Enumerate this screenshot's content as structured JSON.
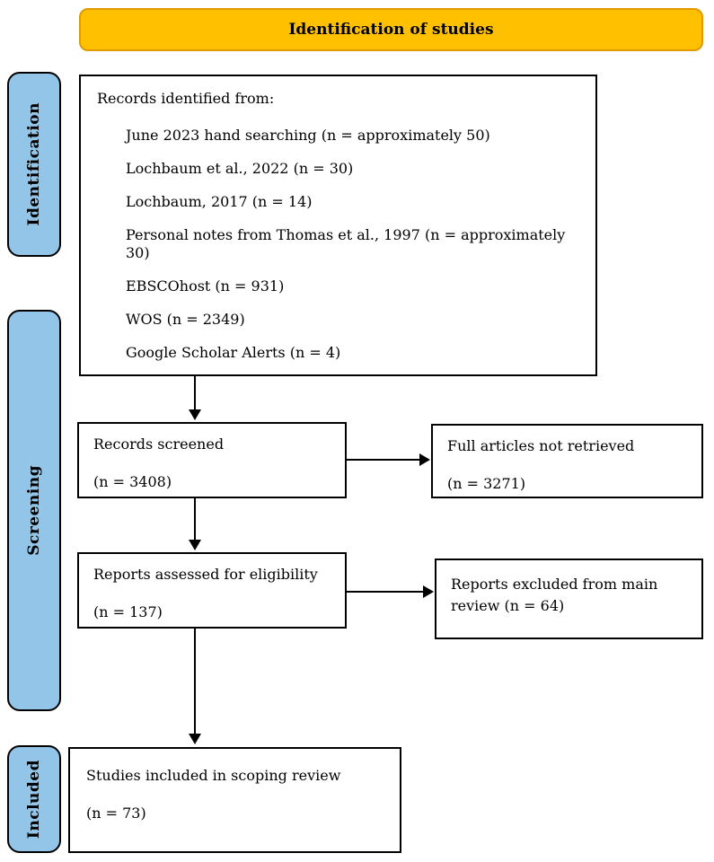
{
  "colors": {
    "banner_bg": "#FFC000",
    "banner_border": "#E09900",
    "stage_bg": "#92C5E8"
  },
  "banner": {
    "title": "Identification of studies"
  },
  "stages": [
    {
      "label": "Identification"
    },
    {
      "label": "Screening"
    },
    {
      "label": "Included"
    }
  ],
  "boxes": {
    "identified": {
      "title": "Records identified from:",
      "items": [
        "June 2023 hand searching (n = approximately 50)",
        "Lochbaum et al., 2022 (n = 30)",
        "Lochbaum, 2017 (n = 14)",
        "Personal notes from Thomas et al., 1997 (n = approximately 30)",
        "EBSCOhost (n = 931)",
        "WOS (n = 2349)",
        "Google Scholar Alerts (n = 4)"
      ]
    },
    "screened": {
      "line1": "Records screened",
      "line2": "(n = 3408)"
    },
    "not_retrieved": {
      "line1": "Full articles not retrieved",
      "line2": "(n = 3271)"
    },
    "assessed": {
      "line1": "Reports assessed for eligibility",
      "line2": "(n = 137)"
    },
    "excluded": {
      "line1": "Reports excluded from main review (n = 64)"
    },
    "included": {
      "line1": "Studies included in scoping review",
      "line2": "(n = 73)"
    }
  }
}
